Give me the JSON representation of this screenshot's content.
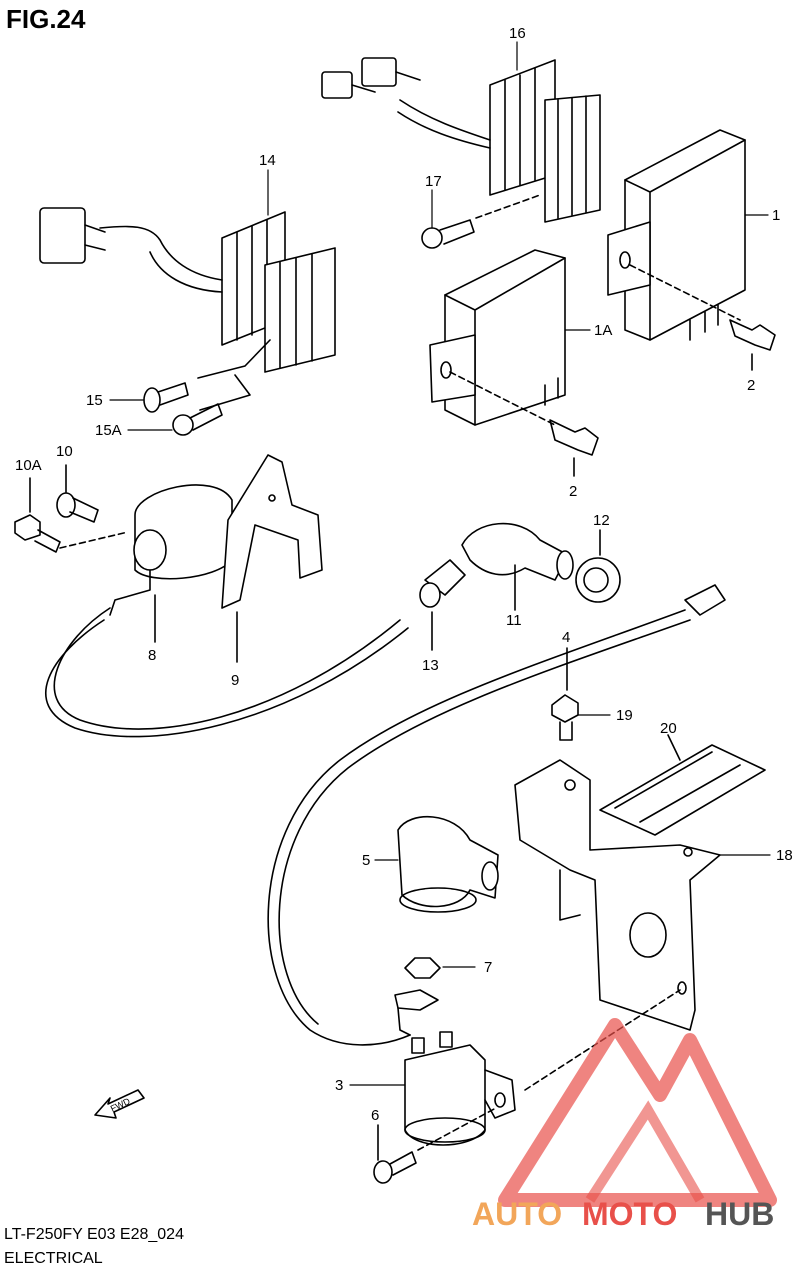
{
  "figure": {
    "title": "FIG.24"
  },
  "callouts": {
    "c1": "1",
    "c1A": "1A",
    "c2a": "2",
    "c2b": "2",
    "c3": "3",
    "c4": "4",
    "c5": "5",
    "c6": "6",
    "c7": "7",
    "c8": "8",
    "c9": "9",
    "c10": "10",
    "c10A": "10A",
    "c11": "11",
    "c12": "12",
    "c13": "13",
    "c14": "14",
    "c15": "15",
    "c15A": "15A",
    "c16": "16",
    "c17": "17",
    "c18": "18",
    "c19": "19",
    "c20": "20"
  },
  "fwd_label": "FWD",
  "footer": {
    "model": "LT-F250FY E03 E28_024",
    "section": "ELECTRICAL"
  },
  "watermark": {
    "part1": "AUTO",
    "part2": "MOTO",
    "part3": "HUB"
  },
  "colors": {
    "line": "#000000",
    "watermark_red": "#e8504a",
    "watermark_orange": "#f2a65a",
    "watermark_gray": "#555555"
  }
}
